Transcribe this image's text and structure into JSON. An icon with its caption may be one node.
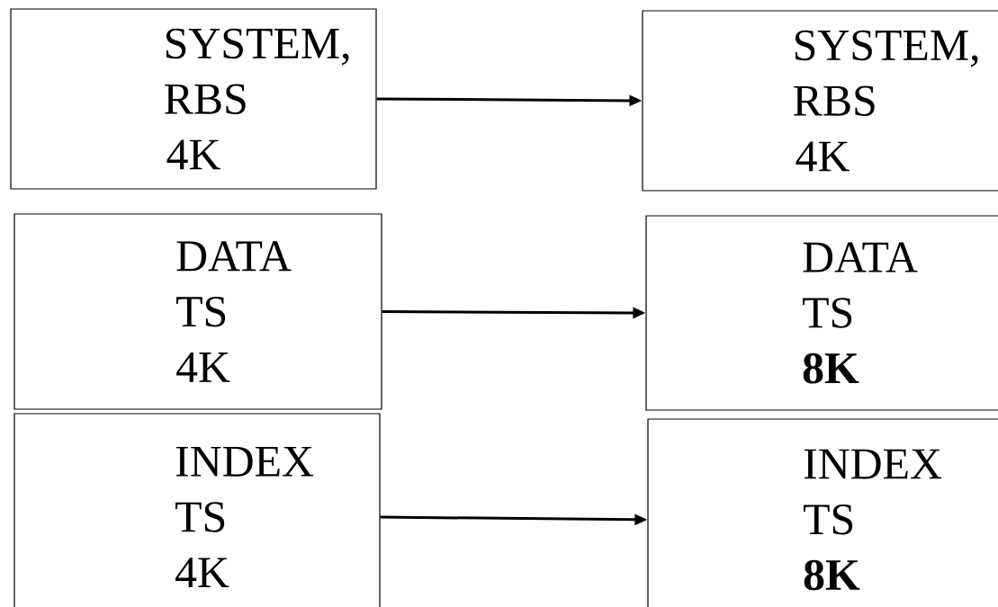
{
  "diagram": {
    "nodes": [
      {
        "text": [
          "SYSTEM, RBS 4K"
        ]
      },
      {
        "text": [
          "SYSTEM, RBS 4K"
        ]
      },
      {
        "text": [
          "DATA TS 4K"
        ]
      },
      {
        "text": [
          "DATA TS **8K**"
        ]
      },
      {
        "text": [
          "INDEX TS 4K"
        ]
      },
      {
        "text": [
          "INDEX TS **8K**"
        ]
      }
    ],
    "edges": [
      {
        "from": 0,
        "to": 1,
        "arrow": "to"
      },
      {
        "from": 2,
        "to": 3,
        "arrow": "to"
      },
      {
        "from": 4,
        "to": 5,
        "arrow": "to"
      }
    ]
  }
}
